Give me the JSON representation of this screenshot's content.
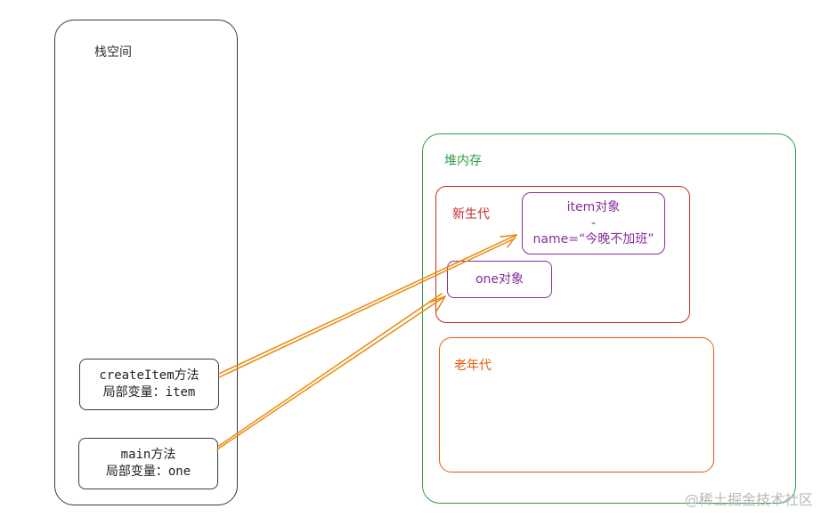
{
  "colors": {
    "stack": "#3b3b3b",
    "heap": "#2f9e44",
    "young": "#c92a2a",
    "item_box": "#862e9c",
    "old": "#e8590c",
    "arrow": "#e8890c",
    "watermark": "#b9b9b9"
  },
  "stack": {
    "title": "栈空间",
    "create_item": {
      "line1": "createItem方法",
      "line2": "局部变量：item"
    },
    "main": {
      "line1": "main方法",
      "line2": "局部变量：one"
    }
  },
  "heap": {
    "title": "堆内存",
    "young": {
      "title": "新生代",
      "item_object": {
        "line1": "item对象",
        "line2": "-",
        "line3": "name=“今晚不加班”"
      },
      "one_object": {
        "label": "one对象"
      }
    },
    "old": {
      "title": "老年代"
    }
  },
  "arrows": [
    {
      "from": "createItem方法",
      "to": "item对象"
    },
    {
      "from": "main方法",
      "to": "one对象"
    }
  ],
  "watermark": "@稀土掘金技术社区"
}
